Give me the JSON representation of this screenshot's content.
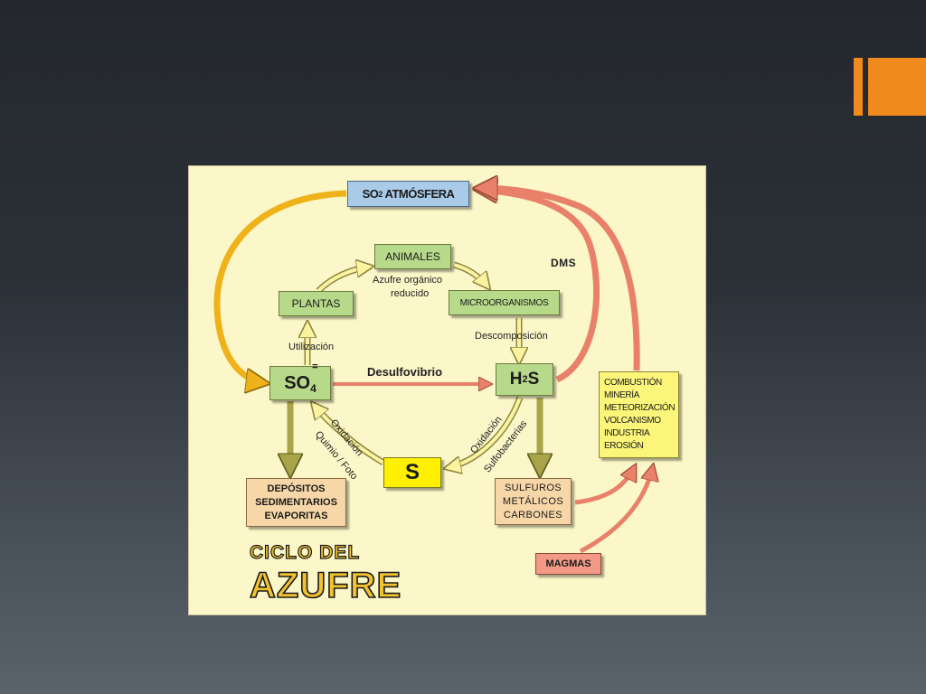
{
  "slide": {
    "accent_color": "#f08a1c",
    "background_color": "#2b3037"
  },
  "diagram": {
    "nodes": {
      "so2_main": "SO",
      "so2_sub": "2",
      "so2_rest": " ATMÓSFERA",
      "animales": "ANIMALES",
      "plantas": "PLANTAS",
      "microorganismos": "MICROORGANISMOS",
      "so4_main": "SO",
      "so4_sub": "4",
      "so4_sup": "=",
      "h2s_h": "H",
      "h2s_sub": "2",
      "h2s_s": "S",
      "s": "S",
      "depositos": [
        "DEPÓSITOS",
        "SEDIMENTARIOS",
        "EVAPORITAS"
      ],
      "sulfuros": [
        "SULFUROS",
        "METÁLICOS",
        "CARBONES"
      ],
      "combustion": [
        "COMBUSTIÓN",
        "MINERÍA",
        "METEORIZACIÓN",
        "VOLCANISMO",
        "INDUSTRIA",
        "EROSIÓN"
      ],
      "magmas": "MAGMAS"
    },
    "labels": {
      "azufre_organico": "Azufre orgánico",
      "reducido": "reducido",
      "utilizacion": "Utilización",
      "descomposicion": "Descomposición",
      "desulfovibrio": "Desulfovibrio",
      "dms": "DMS",
      "oxidacion_left": "Oxidación",
      "quimio_foto": "Quimio / Foto",
      "oxidacion_right": "Oxidación",
      "sulfobacterias": "Sulfobacterias"
    },
    "title": {
      "line1": "CICLO DEL",
      "line2": "AZUFRE"
    },
    "colors": {
      "green_box": "#b7d98a",
      "blue_box": "#a9cbe8",
      "peach_box": "#f7d7a8",
      "yellow_box": "#ffef00",
      "combustion_box": "#fbf57a",
      "magmas_box": "#f29a86",
      "orange_arrow": "#f0b21a",
      "red_arrow": "#e8806a",
      "olive_arrow": "#a9a44a",
      "title_fill": "#f2c230"
    }
  }
}
